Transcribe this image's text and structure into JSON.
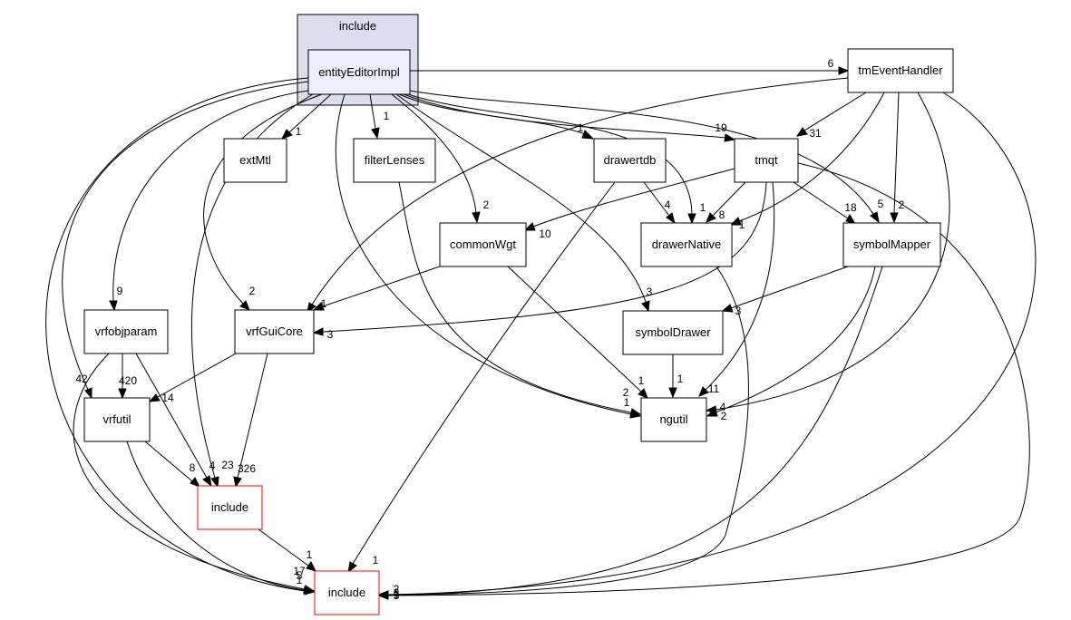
{
  "graph": {
    "cluster": {
      "label": "include"
    },
    "nodes": {
      "entityEditorImpl": "entityEditorImpl",
      "tmEventHandler": "tmEventHandler",
      "extMtl": "extMtl",
      "filterLenses": "filterLenses",
      "drawertdb": "drawertdb",
      "tmqt": "tmqt",
      "commonWgt": "commonWgt",
      "drawerNative": "drawerNative",
      "symbolMapper": "symbolMapper",
      "vrfobjparam": "vrfobjparam",
      "vrfGuiCore": "vrfGuiCore",
      "symbolDrawer": "symbolDrawer",
      "vrfutil": "vrfutil",
      "ngutil": "ngutil",
      "include_mid": "include",
      "include_bottom": "include"
    },
    "edge_labels": {
      "e2tm": "6",
      "e2ext": "1",
      "e2fl": "1",
      "e2dtdb": "1",
      "e2tmqt": "19",
      "e2cw": "2",
      "e2dn": "1",
      "e2sm": "5",
      "e2vop": "9",
      "e2vgc": "2",
      "e2sd": "3",
      "e2vu": "42",
      "e2ng": "2",
      "e2incm": "23",
      "e2incb": "17",
      "tm2tmqt": "31",
      "tm2sm": "2",
      "tm2dn": "1",
      "tm2vgc": "1",
      "tm2ng": "4",
      "tm2incb": "5",
      "dtdb2dn": "4",
      "dtdb2incb": "1",
      "tmqt2dn": "8",
      "tmqt2sm": "18",
      "tmqt2cw": "10",
      "tmqt2vgc": "3",
      "tmqt2ng": "11",
      "tmqt2incb": "3",
      "fl2ng": "1",
      "cw2vgc": "1",
      "cw2ng": "1",
      "dn2incb": "2",
      "sm2sd": "3",
      "sm2ng": "2",
      "sm2incb": "1",
      "vop2vu": "420",
      "vop2incm": "4",
      "vop2incb": "5",
      "vgc2vu": "14",
      "vgc2incm": "326",
      "sd2ng": "1",
      "vu2incm": "8",
      "vu2incb": "1",
      "incm2incb": "1"
    }
  }
}
